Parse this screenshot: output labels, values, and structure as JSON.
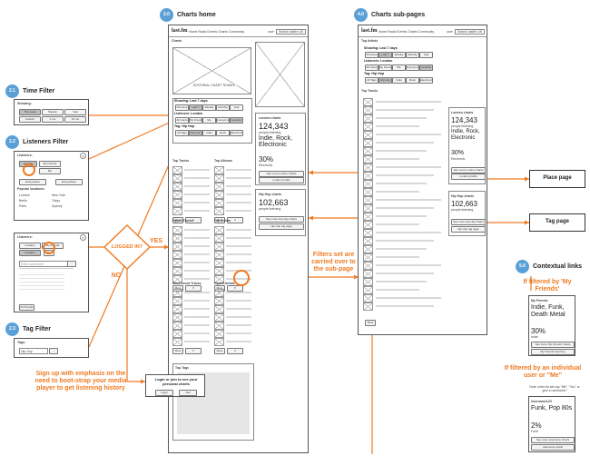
{
  "sections": {
    "charts_home": {
      "num": "2.0",
      "title": "Charts home"
    },
    "charts_sub": {
      "num": "4.0",
      "title": "Charts sub-pages"
    },
    "time_filter": {
      "num": "2.1",
      "title": "Time Filter"
    },
    "listeners_filter": {
      "num": "2.2",
      "title": "Listeners Filter"
    },
    "tag_filter": {
      "num": "2.3",
      "title": "Tag Filter"
    },
    "contextual_links": {
      "num": "5.0",
      "title": "Contextual links"
    }
  },
  "side_boxes": {
    "place_page": "Place page",
    "tag_page": "Tag page"
  },
  "annotations": {
    "logged_in": "LOGGED IN?",
    "yes": "YES",
    "no": "NO",
    "filters_carried": "Filters set are carried over to the sub-page",
    "signup": "Sign up with emphasis on the need to boot-strap your media player to get listening history",
    "if_friends": "If filtered by 'My Friends'",
    "if_user": "If filtered by an individual user or \"Me\""
  },
  "wire": {
    "logo": "last.fm",
    "nav": "Home  Radio  Events  Charts  Community",
    "search": "Search lastfm UK",
    "user": "user",
    "charts_heading": "Charts",
    "editorial": "EDITORIAL CHART TEASER",
    "showing": "Showing: Last 7 days",
    "time_options": [
      "Previous",
      "Last 7",
      "Weekly",
      "Monthly",
      "Year"
    ],
    "listeners_heading": "Listeners: London",
    "listener_options": [
      "All Users",
      "My Friends",
      "Me",
      "Anonymous",
      "Location"
    ],
    "tag_heading": "Tag: Hip Hop",
    "tag_options": [
      "All Tags",
      "Hip Hop",
      "Indie",
      "Rock",
      "Electronic"
    ],
    "top_tracks": "Top Tracks",
    "top_albums": "Top Albums",
    "hyped_tracks": "Hyped Tracks",
    "top_artists": "Top Artists",
    "most_loved": "Most Loved Tracks",
    "hyped_artists": "Hyped Artists",
    "top_tags": "Top Tags",
    "more": "More",
    "top_artists_sub": "Top Artists",
    "showing_sub": "Showing: Last 7 days",
    "listeners_sub": "Listeners: London",
    "tag_sub": "Tag: Hip Hop"
  },
  "london": {
    "title": "London charts",
    "count": "124,343",
    "count_label": "people listening",
    "tags": "Indie, Rock, Electronic",
    "pct": "30%",
    "pct_label": "Electronic",
    "link1": "See more London charts",
    "link2": "London profile"
  },
  "hiphop": {
    "title": "Hip Hop charts",
    "count": "102,663",
    "count_label": "people listening",
    "link1": "See more Hip Hop charts",
    "link2": "Hip Hop tag page"
  },
  "time_filter": {
    "label": "Showing:",
    "options": [
      "This week",
      "Weekly",
      "Year",
      "Custom",
      "3 mo",
      "12 mo"
    ]
  },
  "listeners_filter": {
    "label": "Listeners:",
    "options": [
      "Anyone",
      "My Friends",
      "Me",
      "Everywhere",
      "Everywhere"
    ],
    "places_label": "Popular locations:",
    "places": [
      "London",
      "New York",
      "Berlin",
      "Tokyo",
      "Paris",
      "Sydney"
    ]
  },
  "listeners_filter2": {
    "label": "Listeners:",
    "options": [
      "Location",
      "My Friends",
      "Me"
    ],
    "search_ph": "Enter username",
    "more": "All Friends"
  },
  "tag_filter": {
    "label": "Tags:",
    "value": "Hip Hop"
  },
  "login_box": {
    "title": "Login or join to see your personal charts",
    "login": "Login",
    "join": "Join"
  },
  "friends_card": {
    "title": "My Friends",
    "tags": "Indie, Funk, Death Metal",
    "pct": "30%",
    "pct_label": "Indie",
    "link1": "See more 'My Friends' charts",
    "link2": "My Friends' listening"
  },
  "user_card": {
    "title": "Username123",
    "tags": "Funk, Pop 80s",
    "pct": "2%",
    "pct_label": "Funk",
    "note": "Note: when its set say \"Me\", \"You\" or give a username?",
    "link1": "See more username charts",
    "link2": "username profile"
  },
  "colors": {
    "accent": "#f07a20",
    "badge": "#5aa0d6"
  }
}
